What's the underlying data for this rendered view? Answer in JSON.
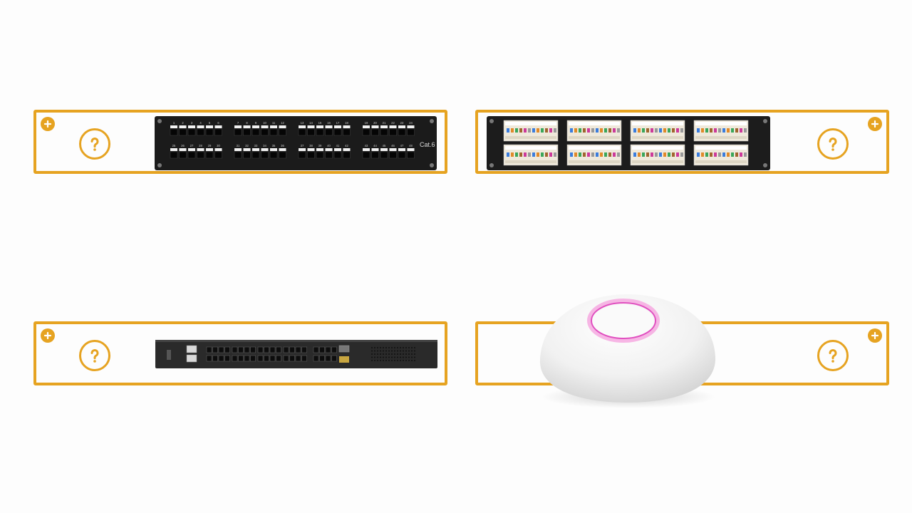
{
  "colors": {
    "accent": "#e6a321",
    "background": "#fdfdfd"
  },
  "icons": {
    "expand": "plus-circle-icon",
    "reveal": "question-circle-icon"
  },
  "cards": [
    {
      "id": "patch-panel-cat6",
      "label_glyph": "Cat.6",
      "port_numbers_top": [
        "1",
        "2",
        "3",
        "4",
        "5",
        "6",
        "7",
        "8",
        "9",
        "10",
        "11",
        "12",
        "13",
        "14",
        "15",
        "16",
        "17",
        "18",
        "19",
        "20",
        "21",
        "22",
        "23",
        "24"
      ],
      "port_numbers_bottom": [
        "25",
        "26",
        "27",
        "28",
        "29",
        "30",
        "31",
        "32",
        "33",
        "34",
        "35",
        "36",
        "37",
        "38",
        "39",
        "40",
        "41",
        "42",
        "43",
        "44",
        "45",
        "46",
        "47",
        "48"
      ]
    },
    {
      "id": "punch-down-panel"
    },
    {
      "id": "sfp-switch"
    },
    {
      "id": "wireless-access-point"
    }
  ]
}
